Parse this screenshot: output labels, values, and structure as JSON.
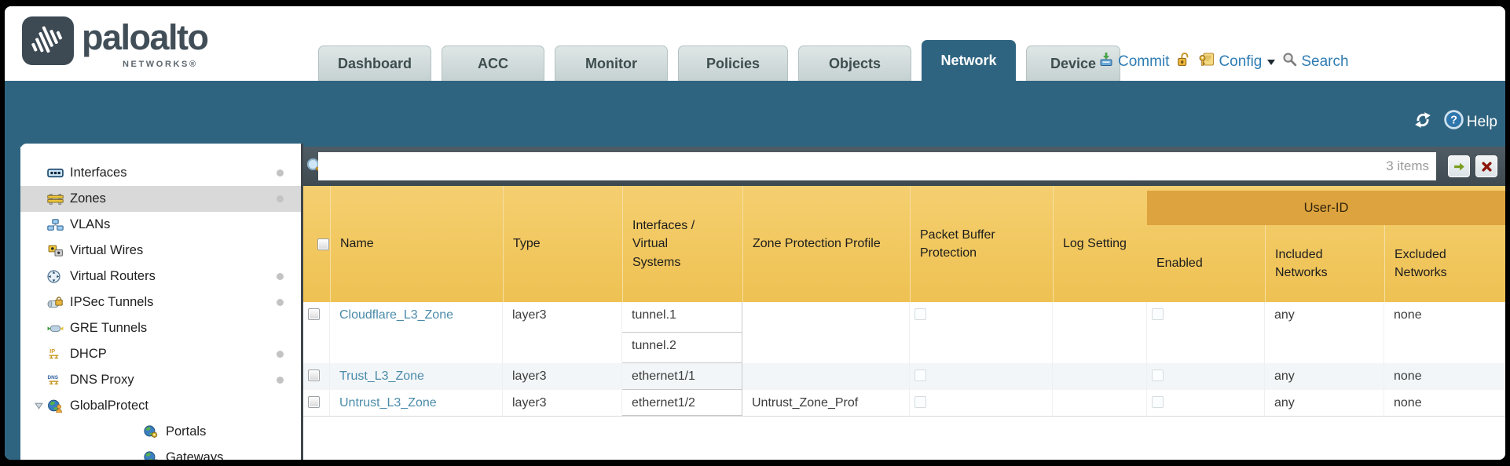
{
  "brand": {
    "name": "paloalto",
    "sub": "NETWORKS®"
  },
  "tabs": [
    {
      "label": "Dashboard",
      "active": false
    },
    {
      "label": "ACC",
      "active": false
    },
    {
      "label": "Monitor",
      "active": false
    },
    {
      "label": "Policies",
      "active": false
    },
    {
      "label": "Objects",
      "active": false
    },
    {
      "label": "Network",
      "active": true
    },
    {
      "label": "Device",
      "active": false
    }
  ],
  "top_actions": {
    "commit": "Commit",
    "config": "Config",
    "search": "Search"
  },
  "band": {
    "help": "Help"
  },
  "sidebar": {
    "items": [
      {
        "label": "Interfaces",
        "icon": "interfaces-icon",
        "dot": true,
        "selected": false
      },
      {
        "label": "Zones",
        "icon": "zones-icon",
        "dot": true,
        "selected": true
      },
      {
        "label": "VLANs",
        "icon": "vlans-icon",
        "dot": false,
        "selected": false
      },
      {
        "label": "Virtual Wires",
        "icon": "virtual-wires-icon",
        "dot": false,
        "selected": false
      },
      {
        "label": "Virtual Routers",
        "icon": "virtual-routers-icon",
        "dot": true,
        "selected": false
      },
      {
        "label": "IPSec Tunnels",
        "icon": "ipsec-tunnels-icon",
        "dot": true,
        "selected": false
      },
      {
        "label": "GRE Tunnels",
        "icon": "gre-tunnels-icon",
        "dot": false,
        "selected": false
      },
      {
        "label": "DHCP",
        "icon": "dhcp-icon",
        "dot": true,
        "selected": false
      },
      {
        "label": "DNS Proxy",
        "icon": "dns-proxy-icon",
        "dot": true,
        "selected": false
      },
      {
        "label": "GlobalProtect",
        "icon": "globalprotect-icon",
        "dot": false,
        "selected": false,
        "expanded": true
      },
      {
        "label": "Portals",
        "icon": "portals-icon",
        "dot": false,
        "selected": false,
        "sub": true
      },
      {
        "label": "Gateways",
        "icon": "gateways-icon",
        "dot": false,
        "selected": false,
        "sub": true
      }
    ]
  },
  "filter": {
    "value": "",
    "count": "3 items"
  },
  "table": {
    "group_header": "User-ID",
    "columns": [
      "Name",
      "Type",
      "Interfaces / Virtual Systems",
      "Zone Protection Profile",
      "Packet Buffer Protection",
      "Log Setting",
      "Enabled",
      "Included Networks",
      "Excluded Networks"
    ],
    "rows": [
      {
        "name": "Cloudflare_L3_Zone",
        "type": "layer3",
        "interfaces": [
          "tunnel.1",
          "tunnel.2"
        ],
        "zone_protection_profile": "",
        "packet_buffer_protection": false,
        "log_setting": "",
        "user_id_enabled": false,
        "included_networks": "any",
        "excluded_networks": "none"
      },
      {
        "name": "Trust_L3_Zone",
        "type": "layer3",
        "interfaces": [
          "ethernet1/1"
        ],
        "zone_protection_profile": "",
        "packet_buffer_protection": false,
        "log_setting": "",
        "user_id_enabled": false,
        "included_networks": "any",
        "excluded_networks": "none"
      },
      {
        "name": "Untrust_L3_Zone",
        "type": "layer3",
        "interfaces": [
          "ethernet1/2"
        ],
        "zone_protection_profile": "Untrust_Zone_Prof",
        "packet_buffer_protection": false,
        "log_setting": "",
        "user_id_enabled": false,
        "included_networks": "any",
        "excluded_networks": "none"
      }
    ]
  },
  "colors": {
    "teal": "#2f6480",
    "header_orange": "#f1c65e",
    "group_band": "#dda33e",
    "link_blue": "#4a8baa",
    "searchbar": "#48545c",
    "selected_row": "#d9d9d9"
  }
}
